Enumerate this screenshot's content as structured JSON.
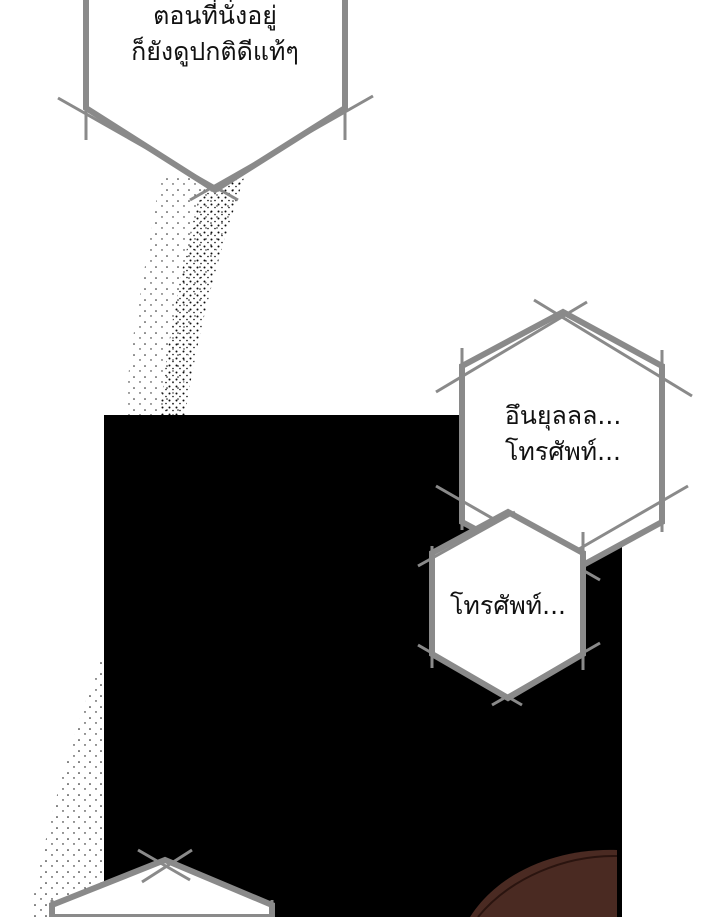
{
  "panel_colors": {
    "background": "#ffffff",
    "dark_panel": "#000000",
    "bubble_border": "#8a8a8a",
    "bubble_fill": "#ffffff",
    "hair": "#4a2a22"
  },
  "bubbles": {
    "top": {
      "line1": "ตอนที่นั่งอยู่",
      "line2": "ก็ยังดูปกติดีแท้ๆ"
    },
    "right_large": {
      "line1": "อึนยุลลล...",
      "line2": "โทรศัพท์..."
    },
    "right_small": {
      "line1": "โทรศัพท์..."
    }
  }
}
